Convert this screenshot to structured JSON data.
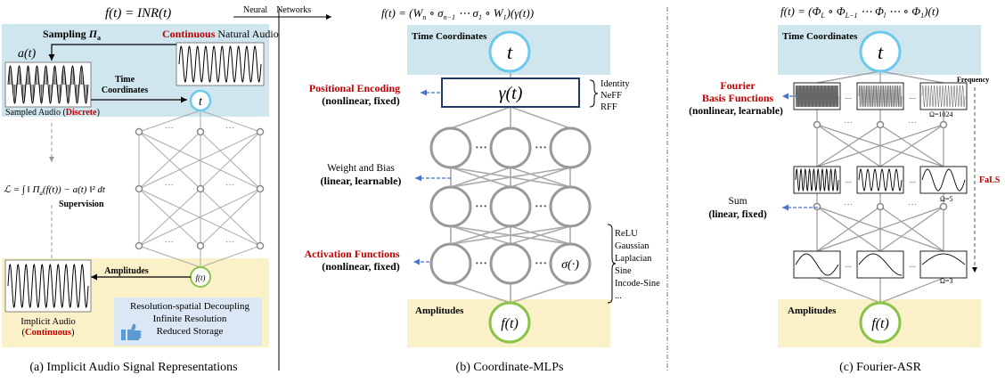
{
  "colors": {
    "blue_bg": "#cfe6ee",
    "yellow_bg": "#faf1c8",
    "node_blue": "#6ec9ef",
    "node_green": "#8bc34a",
    "node_gray": "#9a9a9a",
    "red_label": "#c00000",
    "arrow_blue": "#4a74c9",
    "thumb_blue": "#5b9bd5"
  },
  "panel_a": {
    "formula": "f(t) = INR(t)",
    "sampling_label": "Sampling",
    "sampling_op": "Π",
    "sampling_sub": "a",
    "continuous_word": "Continuous",
    "natural_audio": "Natural Audio",
    "a_of_t": "a(t)",
    "time_coord_1": "Time",
    "time_coord_2": "Coordinates",
    "sampled_prefix": "Sampled Audio (",
    "discrete_word": "Discrete",
    "sampled_suffix": ")",
    "t_node": "t",
    "loss": "ℒ = ∫ ‖ Π",
    "loss_sub": "a",
    "loss_tail": "(f(t)) − a(t) ‖² dt",
    "supervision": "Supervision",
    "amplitudes": "Amplitudes",
    "ft_node": "f(t)",
    "implicit_audio": "Implicit Audio",
    "continuous_paren_open": "(",
    "continuous_word_2": "Continuous",
    "continuous_paren_close": ")",
    "benefits": [
      "Resolution-spatial Decoupling",
      "Infinite Resolution",
      "Reduced Storage"
    ],
    "caption": "(a) Implicit Audio Signal Representations"
  },
  "neural_networks_label": "Neural    Networks",
  "panel_b": {
    "formula": "f(t) = (W",
    "formula_n": "n",
    "formula_mid": " ∘ σ",
    "formula_n1": "n−1",
    "formula_dots": " ⋯ σ",
    "formula_1": "1",
    "formula_w": " ∘ W",
    "formula_w1": "1",
    "formula_end": ")(γ(t))",
    "time_coordinates": "Time Coordinates",
    "t_node": "t",
    "gamma": "γ(t)",
    "encodings": [
      "Identity",
      "NeFF",
      "RFF"
    ],
    "positional_encoding": "Positional Encoding",
    "pe_props": "(nonlinear, fixed)",
    "weight_bias": "Weight and Bias",
    "wb_props": "(linear, learnable)",
    "activation_functions": "Activation Functions",
    "af_props": "(nonlinear, fixed)",
    "sigma": "σ(·)",
    "activations": [
      "ReLU",
      "Gaussian",
      "Laplacian",
      "Sine",
      "Incode-Sine",
      "..."
    ],
    "amplitudes": "Amplitudes",
    "ft_node": "f(t)",
    "caption": "(b) Coordinate-MLPs"
  },
  "panel_c": {
    "formula_a": "f(t) = (Φ",
    "formula_L": "L",
    "formula_b": " ∘ Φ",
    "formula_L1": "L−1",
    "formula_c": " ⋯ Φ",
    "formula_l": "l",
    "formula_d": " ⋯ ∘ Φ",
    "formula_1": "1",
    "formula_e": ")(t)",
    "time_coordinates": "Time Coordinates",
    "t_node": "t",
    "fourier_1": "Fourier",
    "fourier_2": "Basis Functions",
    "fourier_props": "(nonlinear, learnable)",
    "frequency": "Frequency",
    "omega_1024": "Ω=1024",
    "omega_5": "Ω=5",
    "omega_3": "Ω=3",
    "fals": "FaLS",
    "sum": "Sum",
    "sum_props": "(linear, fixed)",
    "amplitudes": "Amplitudes",
    "ft_node": "f(t)",
    "caption": "(c) Fourier-ASR"
  },
  "dots": "···",
  "dots_plain": "..."
}
